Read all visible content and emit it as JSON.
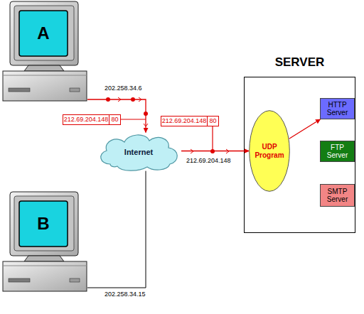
{
  "diagram": {
    "nodes": [
      {
        "text": [
          "A"
        ]
      },
      {
        "text": [
          "Internet"
        ]
      },
      {
        "text": [
          "B"
        ]
      },
      {
        "text": [
          "SERVER"
        ]
      },
      {
        "text": [
          "UDP Program"
        ],
        "in": 3
      },
      {
        "text": [
          "HTTP Server"
        ],
        "in": 3
      },
      {
        "text": [
          "FTP Server"
        ],
        "in": 3
      },
      {
        "text": [
          "SMTP Server"
        ],
        "in": 3
      }
    ],
    "edges": [
      {
        "from": 0,
        "to": 1,
        "arrow": "to"
      },
      {
        "from": 2,
        "to": 1,
        "arrow": "none"
      },
      {
        "from": 1,
        "to": 4,
        "arrow": "to"
      },
      {
        "from": 4,
        "to": 5,
        "arrow": "to"
      }
    ],
    "labels": [
      "202.258.34.6",
      "212.69.204.148",
      "80",
      "212.69.204.148",
      "80",
      "212.69.204.148",
      "202.258.34.15"
    ]
  }
}
